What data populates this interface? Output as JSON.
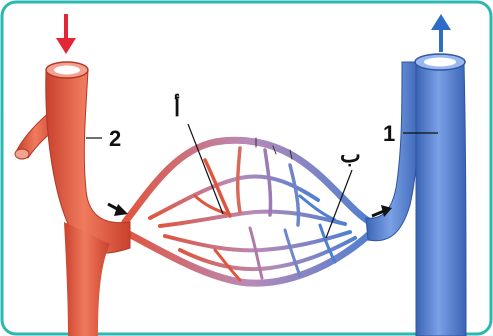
{
  "labels": {
    "vessel_right": "1",
    "vessel_left": "2",
    "network_left": "أ",
    "network_right": "ب"
  },
  "colors": {
    "frame": "#2bb8b0",
    "artery": "#e0553f",
    "artery_dark": "#c2402c",
    "vein": "#4f7fd0",
    "vein_dark": "#3a64b4",
    "flow_in_arrow": "#e32636",
    "flow_out_arrow": "#2e6cc8",
    "pointer_arrow": "#111111"
  }
}
